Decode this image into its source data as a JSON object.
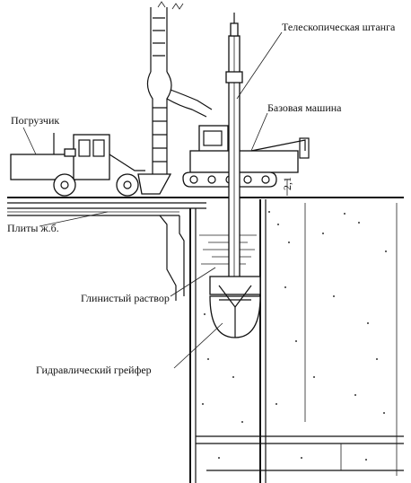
{
  "labels": {
    "telescopic_rod": "Телескопическая штанга",
    "base_machine": "Базовая машина",
    "loader": "Погрузчик",
    "slabs": "Плиты ж.б.",
    "clay_solution": "Глинистый раствор",
    "hydraulic_grab": "Гидравлический грейфер"
  },
  "dimension_mark": "2,1"
}
